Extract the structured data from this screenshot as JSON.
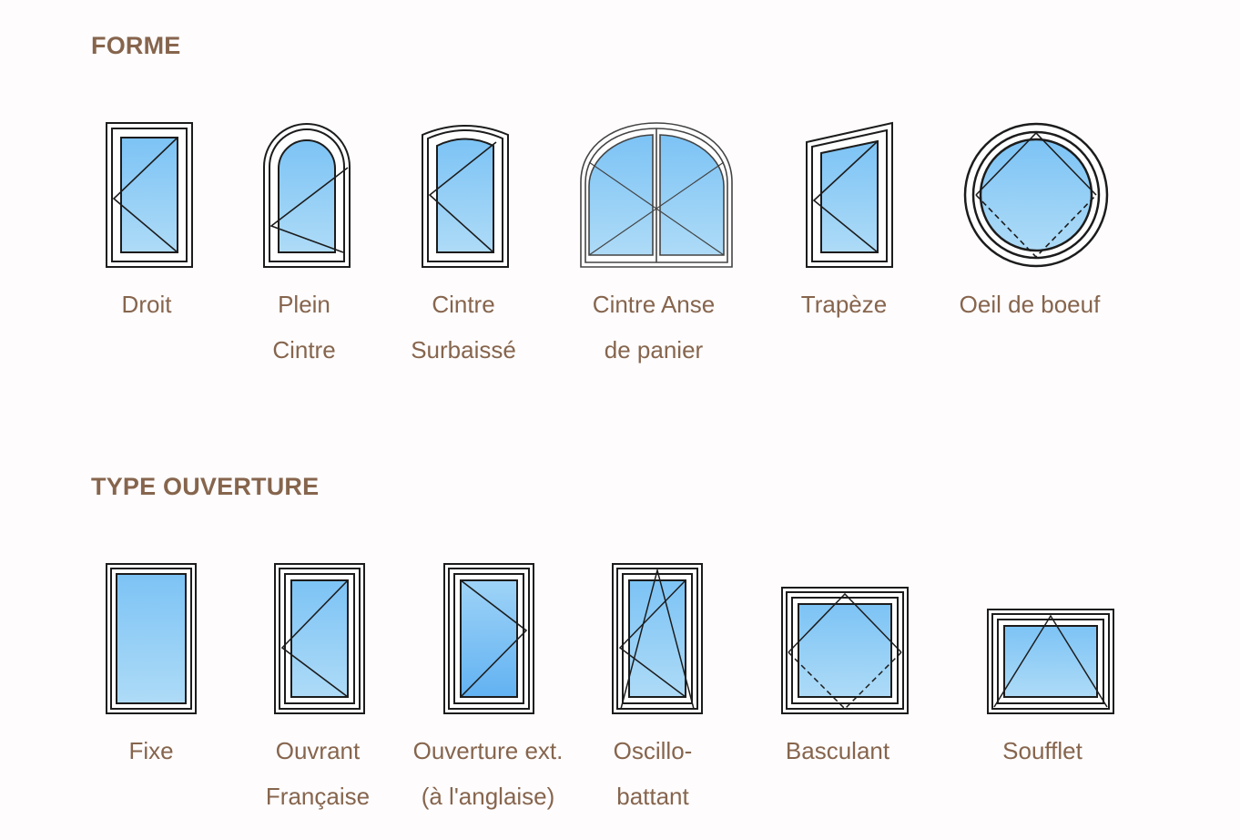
{
  "sections": {
    "forme": {
      "title": "FORME",
      "items": [
        {
          "icon": "straight-window-icon",
          "lines": [
            "Droit"
          ]
        },
        {
          "icon": "full-arch-window-icon",
          "lines": [
            "Plein",
            "Cintre"
          ]
        },
        {
          "icon": "segmental-arch-window-icon",
          "lines": [
            "Cintre",
            "Surbaissé"
          ]
        },
        {
          "icon": "basket-handle-arch-window-icon",
          "lines": [
            "Cintre Anse",
            "de panier"
          ]
        },
        {
          "icon": "trapezoid-window-icon",
          "lines": [
            "Trapèze"
          ]
        },
        {
          "icon": "round-window-icon",
          "lines": [
            "Oeil de boeuf"
          ]
        }
      ]
    },
    "type_ouverture": {
      "title": "TYPE OUVERTURE",
      "items": [
        {
          "icon": "fixed-window-icon",
          "lines": [
            "Fixe"
          ]
        },
        {
          "icon": "french-casement-window-icon",
          "lines": [
            "Ouvrant",
            "Française"
          ]
        },
        {
          "icon": "outward-opening-window-icon",
          "lines": [
            "Ouverture ext.",
            "(à l'anglaise)"
          ]
        },
        {
          "icon": "tilt-and-turn-window-icon",
          "lines": [
            "Oscillo-",
            "battant"
          ]
        },
        {
          "icon": "pivot-window-icon",
          "lines": [
            "Basculant"
          ]
        },
        {
          "icon": "hopper-window-icon",
          "lines": [
            "Soufflet"
          ]
        }
      ]
    }
  },
  "colors": {
    "text": "#86654d",
    "frame": "#1c1c1c",
    "glass": "#8ccbf6",
    "background": "#fefcfd"
  }
}
